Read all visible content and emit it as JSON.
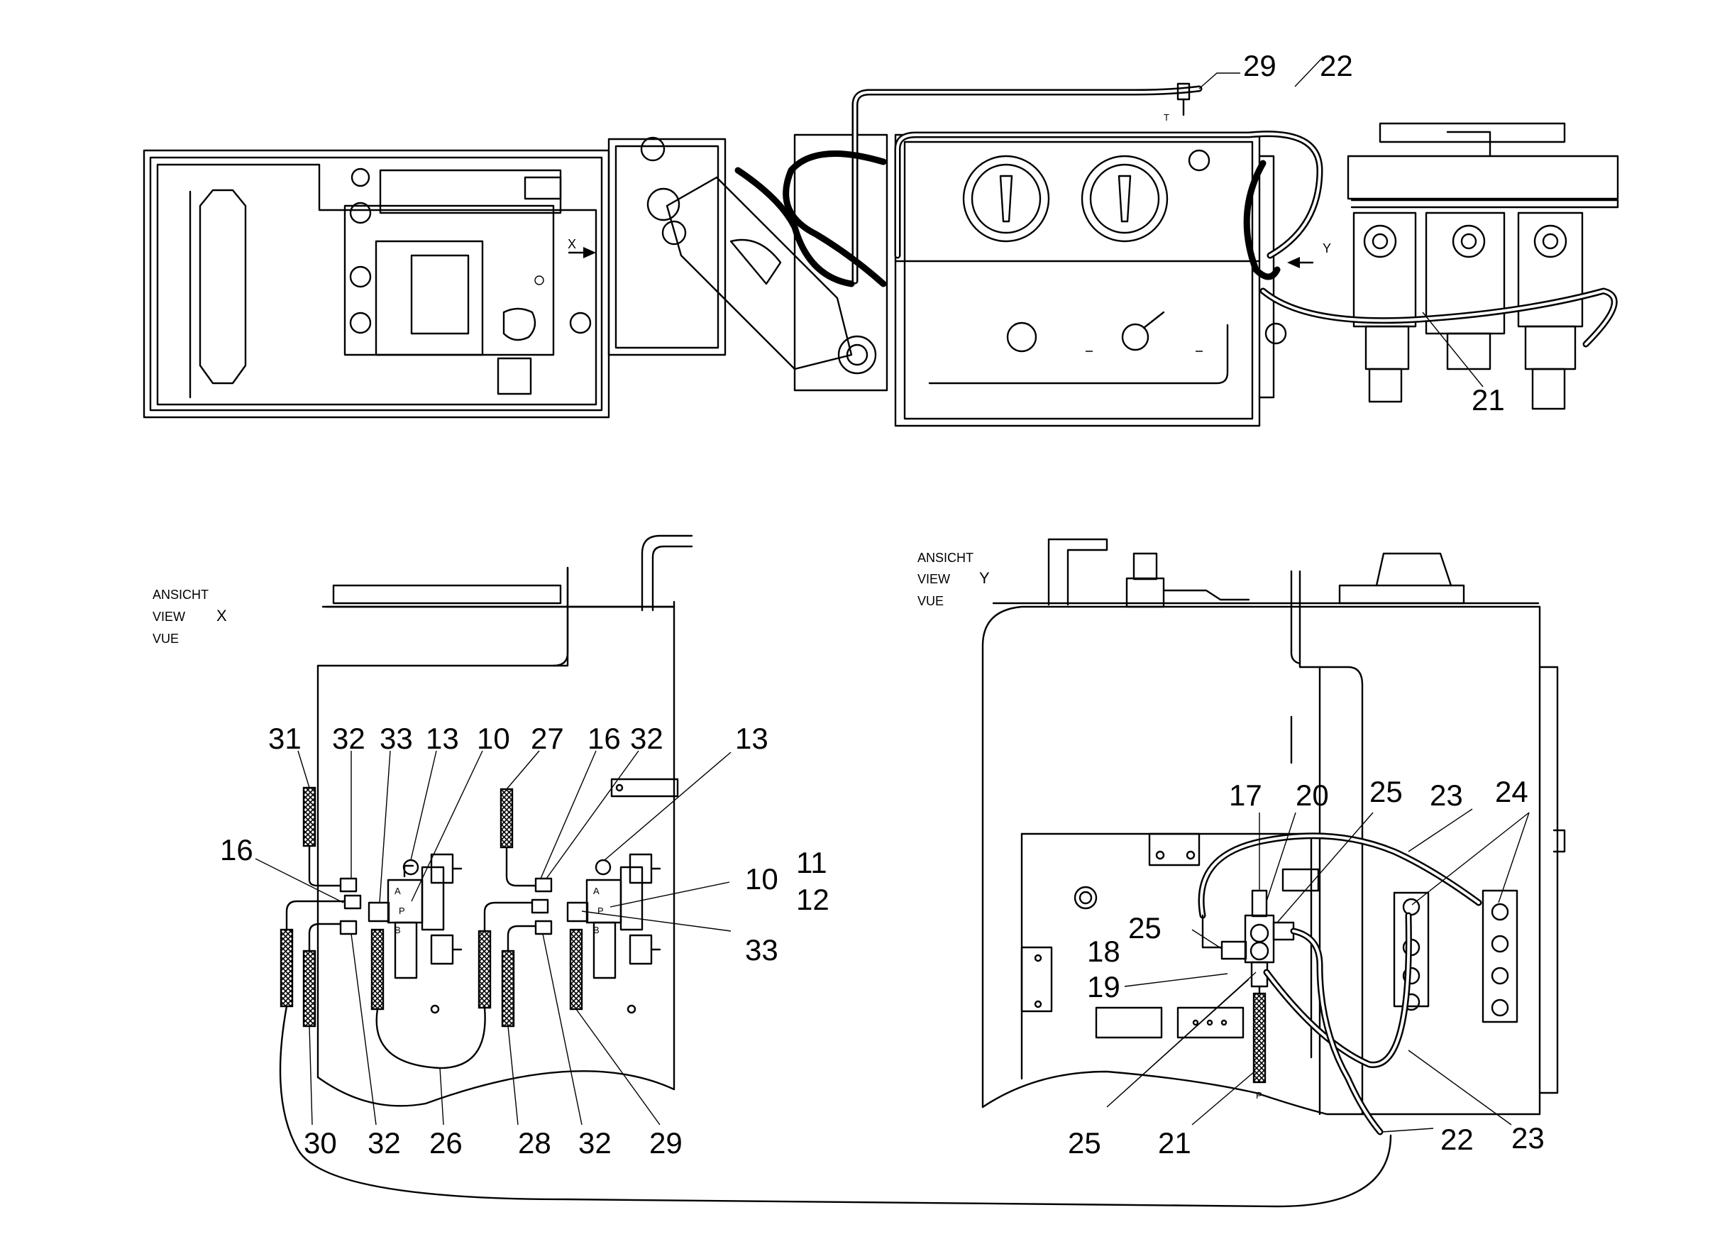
{
  "top_view": {
    "arrow_x": "X",
    "arrow_y": "Y",
    "port_t": "T",
    "callouts": [
      "29",
      "22",
      "21"
    ]
  },
  "view_x": {
    "heading": [
      "ANSICHT",
      "VIEW",
      "VUE"
    ],
    "letter": "X",
    "port_labels": {
      "a1": "A",
      "p1": "P",
      "b1": "B",
      "a2": "A",
      "p2": "P",
      "b2": "B"
    },
    "callouts": [
      "31",
      "32",
      "33",
      "13",
      "10",
      "27",
      "16",
      "32",
      "13",
      "16",
      "10",
      "11",
      "12",
      "33",
      "30",
      "32",
      "26",
      "28",
      "32",
      "29"
    ]
  },
  "view_y": {
    "heading": [
      "ANSICHT",
      "VIEW",
      "VUE"
    ],
    "letter": "Y",
    "port_p": "P",
    "callouts": [
      "17",
      "20",
      "25",
      "23",
      "24",
      "25",
      "18",
      "19",
      "25",
      "21",
      "22",
      "23"
    ]
  }
}
